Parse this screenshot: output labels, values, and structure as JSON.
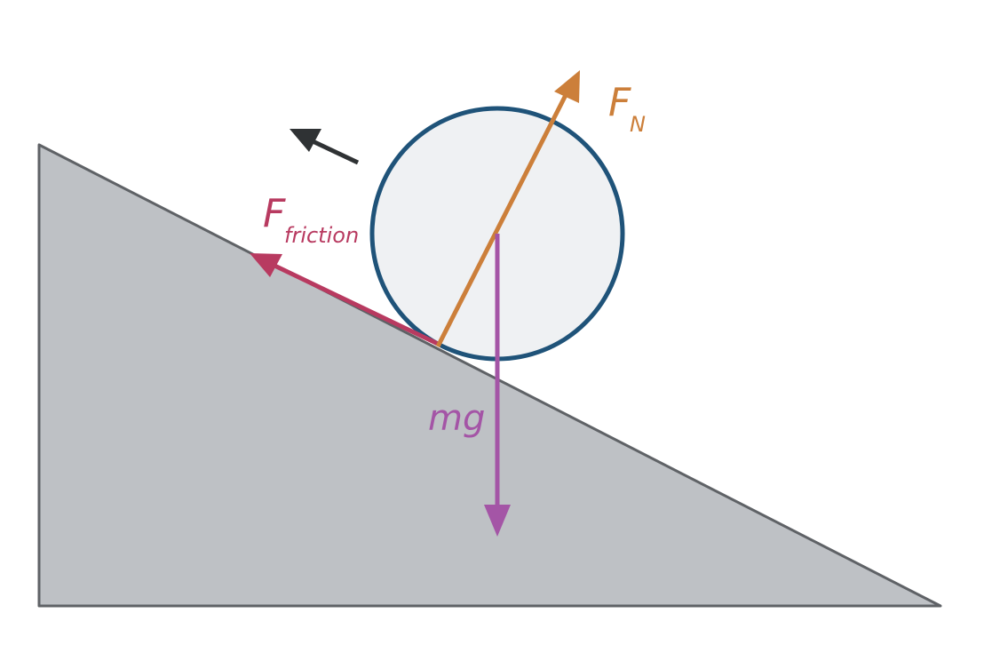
{
  "colors": {
    "incline_fill": "#bec1c5",
    "incline_stroke": "#5f6266",
    "ball_fill": "#eff1f3",
    "ball_stroke": "#1f5379",
    "normal_force": "#cc7f3a",
    "friction_force": "#b83a60",
    "gravity_force": "#a455a6",
    "motion_arrow": "#2f3234"
  },
  "labels": {
    "normal_main": "F",
    "normal_sub": "N",
    "friction_main": "F",
    "friction_sub": "friction",
    "gravity": "mg"
  }
}
